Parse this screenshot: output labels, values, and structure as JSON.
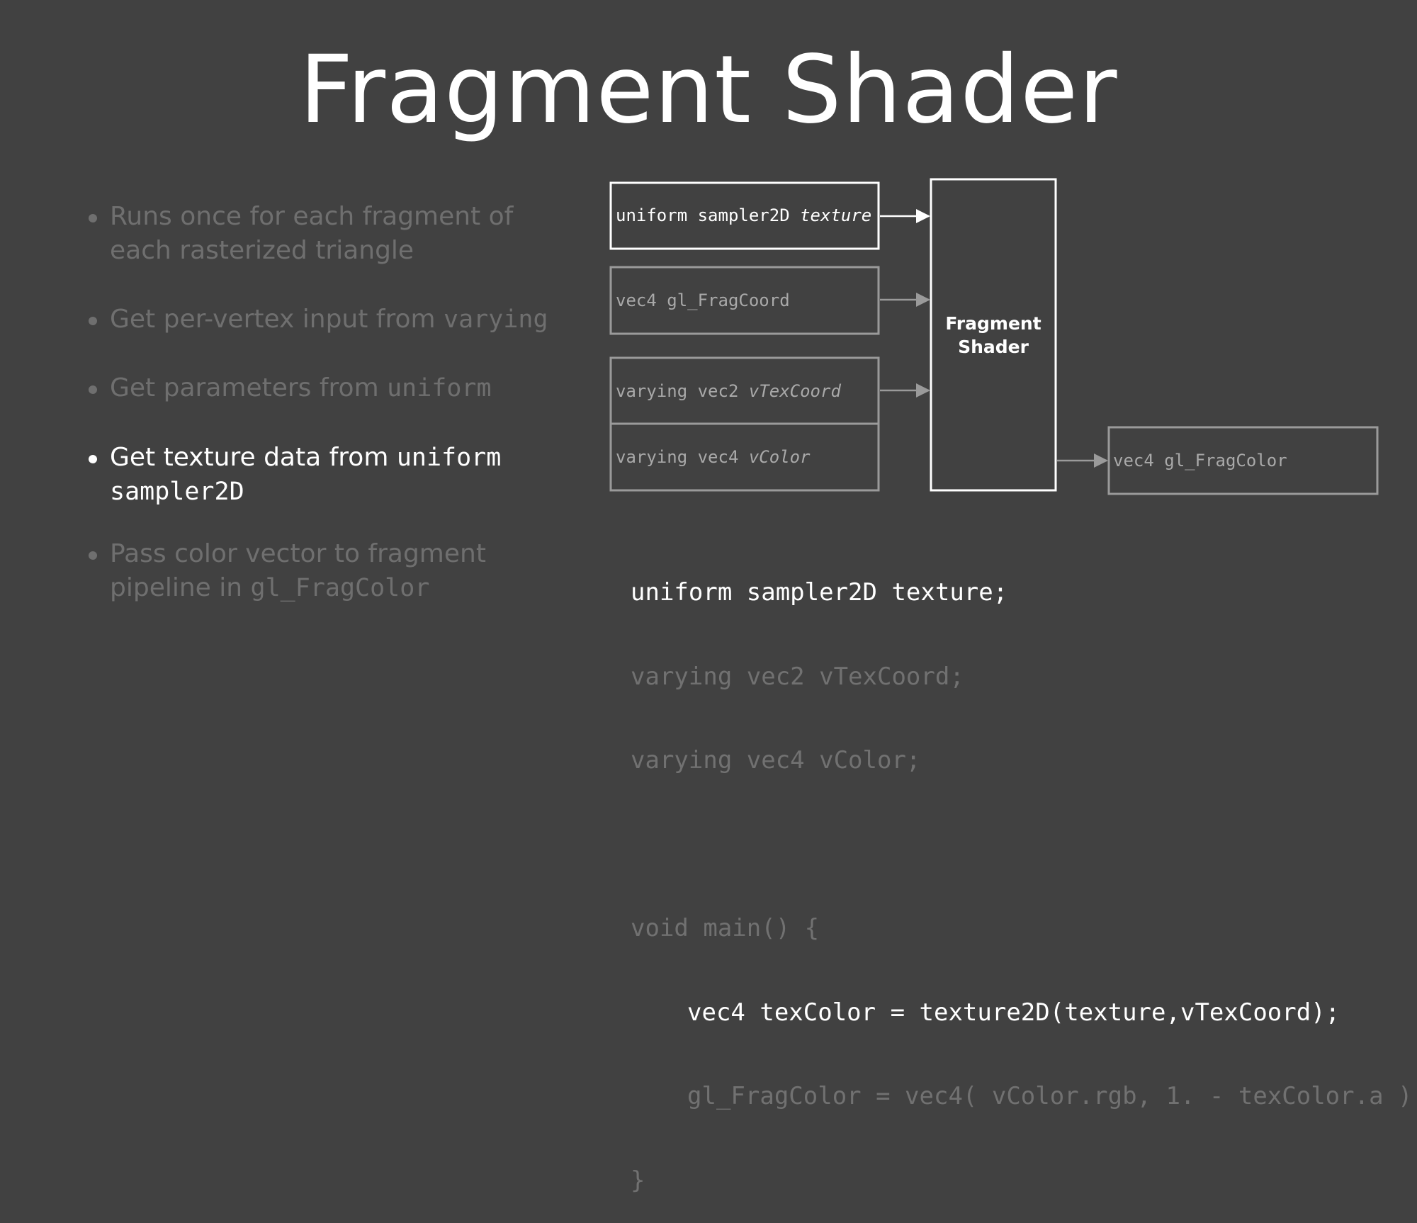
{
  "slide": {
    "title": "Fragment Shader"
  },
  "bullets": [
    {
      "parts": [
        {
          "text": "Runs once for each fragment of each rasterized triangle",
          "mono": false
        }
      ],
      "active": false
    },
    {
      "parts": [
        {
          "text": "Get per-vertex input from ",
          "mono": false
        },
        {
          "text": "varying",
          "mono": true
        }
      ],
      "active": false
    },
    {
      "parts": [
        {
          "text": "Get parameters from ",
          "mono": false
        },
        {
          "text": "uniform",
          "mono": true
        }
      ],
      "active": false
    },
    {
      "parts": [
        {
          "text": "Get texture data from ",
          "mono": false
        },
        {
          "text": "uniform sampler2D",
          "mono": true
        }
      ],
      "active": true
    },
    {
      "parts": [
        {
          "text": "Pass color vector to fragment pipeline in ",
          "mono": false
        },
        {
          "text": "gl_FragColor",
          "mono": true
        }
      ],
      "active": false
    }
  ],
  "diagram": {
    "inputs": [
      {
        "prefix": "uniform sampler2D ",
        "name": "texture",
        "active": true
      },
      {
        "prefix": "vec4 gl_FragCoord",
        "name": "",
        "active": false
      },
      {
        "prefix": "varying vec2 ",
        "name": "vTexCoord",
        "active": false
      },
      {
        "prefix": "varying vec4 ",
        "name": "vColor",
        "active": false
      }
    ],
    "shader_line1": "Fragment",
    "shader_line2": "Shader",
    "output": "vec4 gl_FragColor"
  },
  "code": {
    "lines": [
      {
        "text": "uniform sampler2D texture;",
        "active": true,
        "indent": false
      },
      {
        "text": "varying vec2 vTexCoord;",
        "active": false,
        "indent": false
      },
      {
        "text": "varying vec4 vColor;",
        "active": false,
        "indent": false
      },
      {
        "text": "",
        "active": false,
        "indent": false
      },
      {
        "text": "void main() {",
        "active": false,
        "indent": false
      },
      {
        "text": "vec4 texColor = texture2D(texture,vTexCoord);",
        "active": true,
        "indent": true
      },
      {
        "text": "gl_FragColor = vec4( vColor.rgb, 1. - texColor.a );",
        "active": false,
        "indent": true
      },
      {
        "text": "}",
        "active": false,
        "indent": false
      }
    ]
  },
  "colors": {
    "background": "#414141",
    "active": "#ffffff",
    "inactive_text": "#6f6f6f",
    "inactive_box": "#9a9a9a"
  }
}
